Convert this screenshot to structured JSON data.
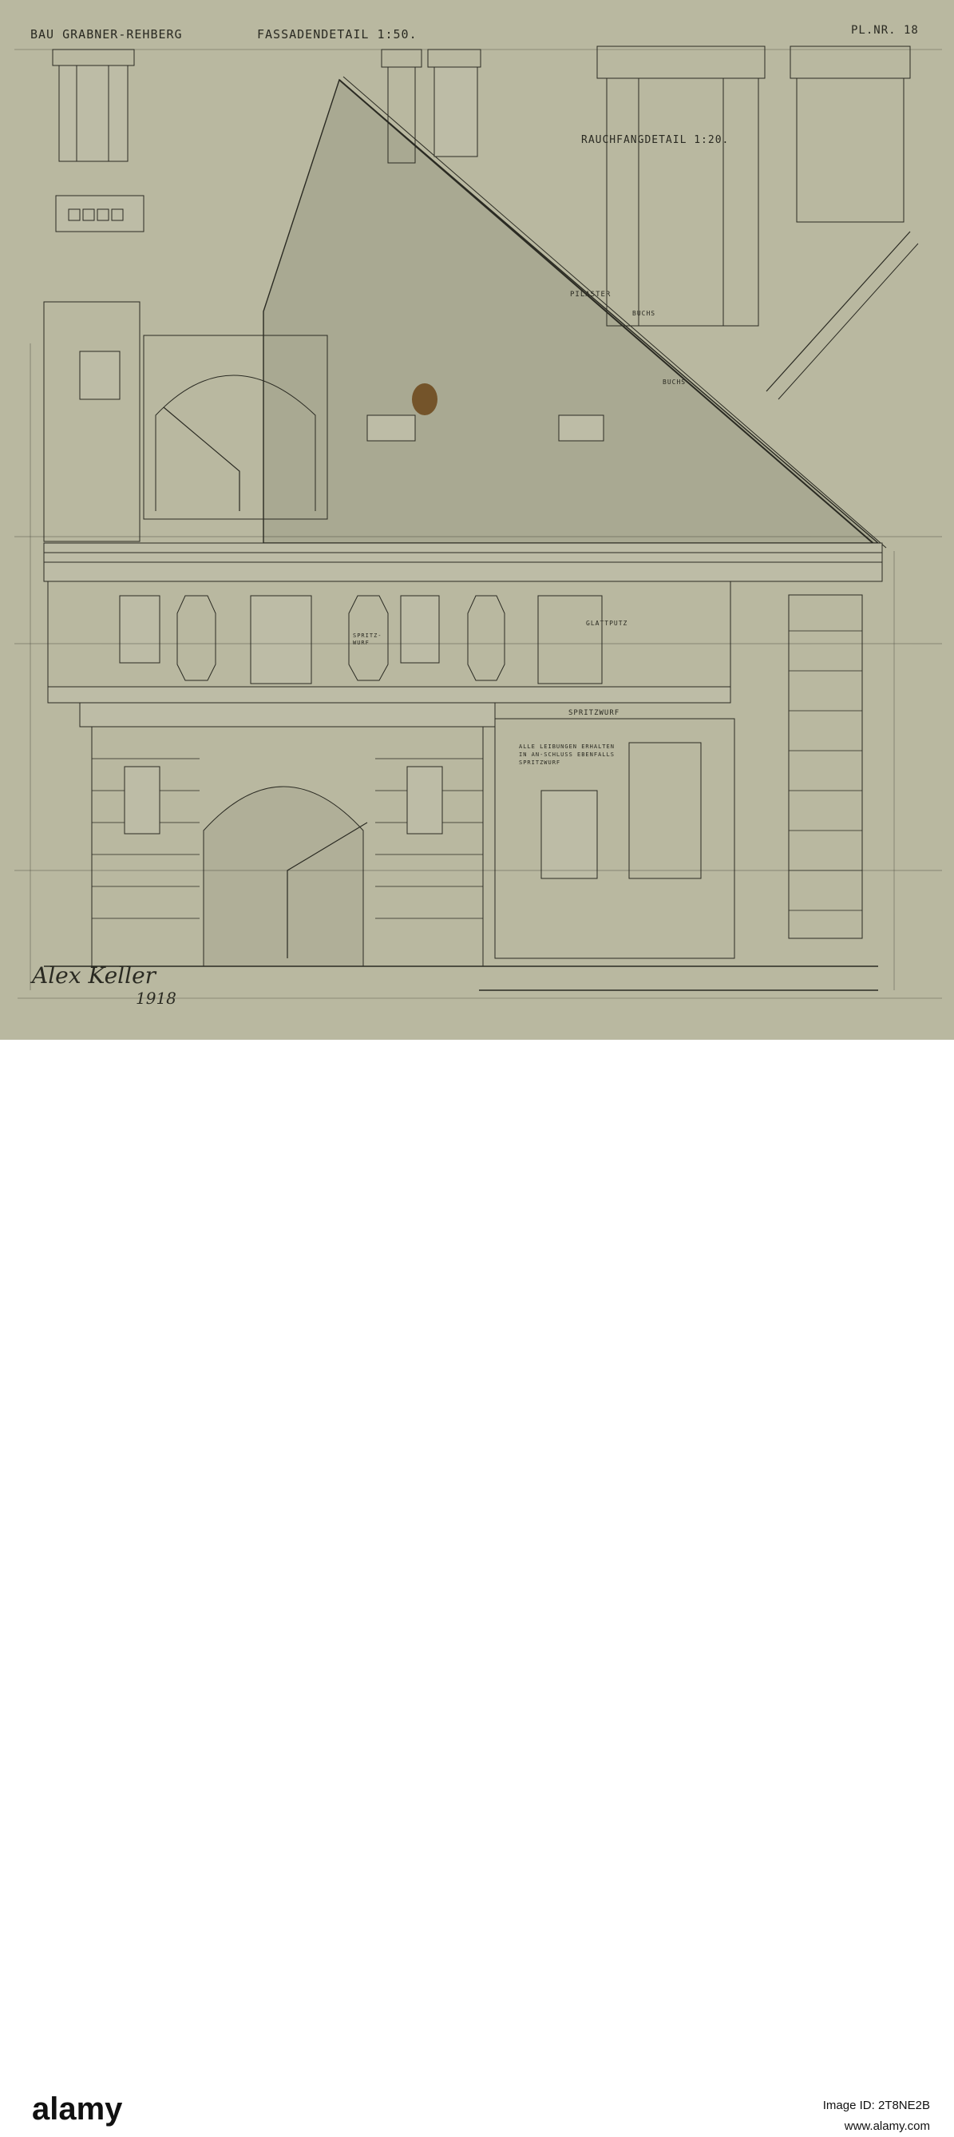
{
  "drawing": {
    "title_building": "BAU GRABNER-REHBERG",
    "title_detail": "FASSADENDETAIL 1:50.",
    "plan_number": "PL.NR. 18",
    "chimney_detail": "RAUCHFANGDETAIL 1:20.",
    "labels": {
      "pilaster": "PILASTER",
      "buchs_upper": "BUCHS",
      "buchs_lower": "BUCHS",
      "glattputz": "GLATTPUTZ",
      "spritzwurf_panel": "SPRITZ-WURF",
      "spritzwurf": "SPRITZWURF",
      "note": "ALLE LEIBUNGEN ERHALTEN IN AN-SCHLUSS EBENFALLS SPRITZWURF"
    },
    "signature": "Alex Keller",
    "year": "1918"
  },
  "footer": {
    "brand": "alamy",
    "image_id": "Image ID: 2T8NE2B",
    "url": "www.alamy.com"
  },
  "colors": {
    "paper": "#b9b8a0",
    "ink": "#2a2a22",
    "roof_shade": "#a9a992",
    "stain": "#6b4518"
  }
}
